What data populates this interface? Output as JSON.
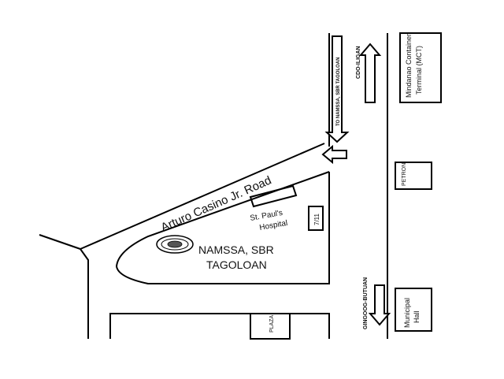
{
  "map": {
    "road_main": "Arturo Casino  Jr. Road",
    "campus_name_line1": "NAMSSA, SBR",
    "campus_name_line2": "TAGOLOAN",
    "hospital_line1": "St. Paul's",
    "hospital_line2": "Hospital",
    "store_711": "7/11",
    "plaza": "PLAZA",
    "petron": "PETRON",
    "municipal_hall_line1": "Municipal",
    "municipal_hall_line2": "Hall",
    "mct_line1": "Mindanao Container",
    "mct_line2": "Terminal (MCT)",
    "arrow_to_namssa": "TO NAMSSA, SBR TAGOLOAN",
    "arrow_cdo_iligan": "CDO-ILIGAN",
    "arrow_gingoog_butuan": "GINGOOG-BUTUAN"
  },
  "colors": {
    "ink": "#000000",
    "background": "#ffffff"
  },
  "icons": {
    "campus_seal": "seal-icon"
  }
}
